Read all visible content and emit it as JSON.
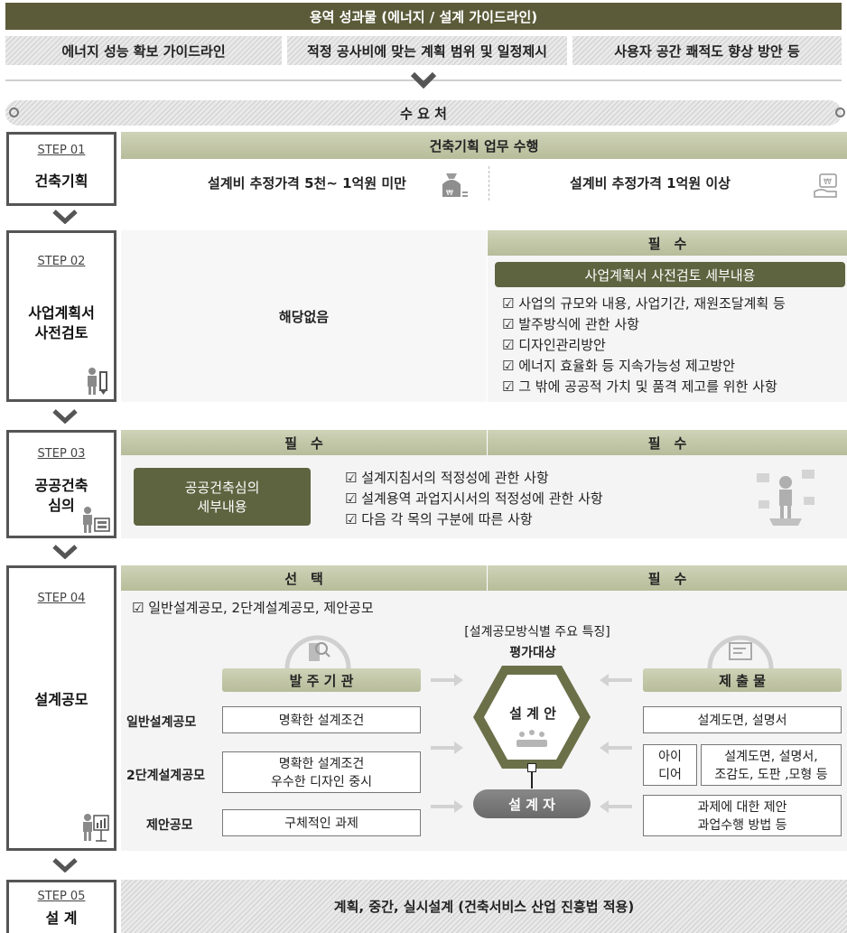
{
  "header": {
    "title": "용역 성과물 (에너지 / 설계 가이드라인)",
    "tabs": [
      "에너지 성능 확보 가이드라인",
      "적정 공사비에 맞는 계획 범위 및 일정제시",
      "사용자 공간 쾌적도 향상 방안 등"
    ]
  },
  "client_bar": {
    "label": "수 요 처"
  },
  "step01": {
    "num": "STEP 01",
    "title": "건축기획",
    "banner": "건축기획 업무 수행",
    "left": "설계비 추정가격 5천~ 1억원 미만",
    "right": "설계비 추정가격 1억원 이상"
  },
  "step02": {
    "num": "STEP 02",
    "title_line1": "사업계획서",
    "title_line2": "사전검토",
    "none": "해당없음",
    "required": "필　수",
    "detail_title": "사업계획서 사전검토 세부내용",
    "items": [
      "사업의 규모와 내용, 사업기간, 재원조달계획 등",
      "발주방식에 관한 사항",
      "디자인관리방안",
      "에너지 효율화 등 지속가능성 제고방안",
      "그 밖에 공공적 가치 및 품격 제고를 위한 사항"
    ]
  },
  "step03": {
    "num": "STEP 03",
    "title_line1": "공공건축",
    "title_line2": "심의",
    "required_left": "필　수",
    "required_right": "필　수",
    "detail_line1": "공공건축심의",
    "detail_line2": "세부내용",
    "items": [
      "설계지침서의 적정성에 관한 사항",
      "설계용역 과업지시서의 적정성에 관한 사항",
      "다음 각 목의 구분에 따른 사항"
    ]
  },
  "step04": {
    "num": "STEP 04",
    "title": "설계공모",
    "select": "선　택",
    "required": "필　수",
    "option_item": "일반설계공모, 2단계설계공모, 제안공모",
    "features_title": "[설계공모방식별 주요 특징]",
    "eval_target": "평가대상",
    "orderer": "발 주 기 관",
    "submission": "제 출 물",
    "design_plan": "설 계 안",
    "designer": "설 계 자",
    "rows": [
      {
        "name": "일반설계공모",
        "orderer": "명확한 설계조건",
        "submit": "설계도면, 설명서"
      },
      {
        "name": "2단계설계공모",
        "orderer_line1": "명확한 설계조건",
        "orderer_line2": "우수한 디자인 중시",
        "idea_line1": "아이",
        "idea_line2": "디어",
        "submit_line1": "설계도면, 설명서,",
        "submit_line2": "조감도, 도판 ,모형 등"
      },
      {
        "name": "제안공모",
        "orderer": "구체적인 과제",
        "submit_line1": "과제에 대한 제안",
        "submit_line2": "과업수행 방법 등"
      }
    ]
  },
  "step05": {
    "num": "STEP 05",
    "title": "설 계",
    "content": "계획, 중간, 실시설계 (건축서비스 산업 진흥법 적용)"
  },
  "colors": {
    "olive_dark": "#5e6440",
    "olive_light": "#c4c8a8",
    "hatch": "#e4e4e4"
  }
}
